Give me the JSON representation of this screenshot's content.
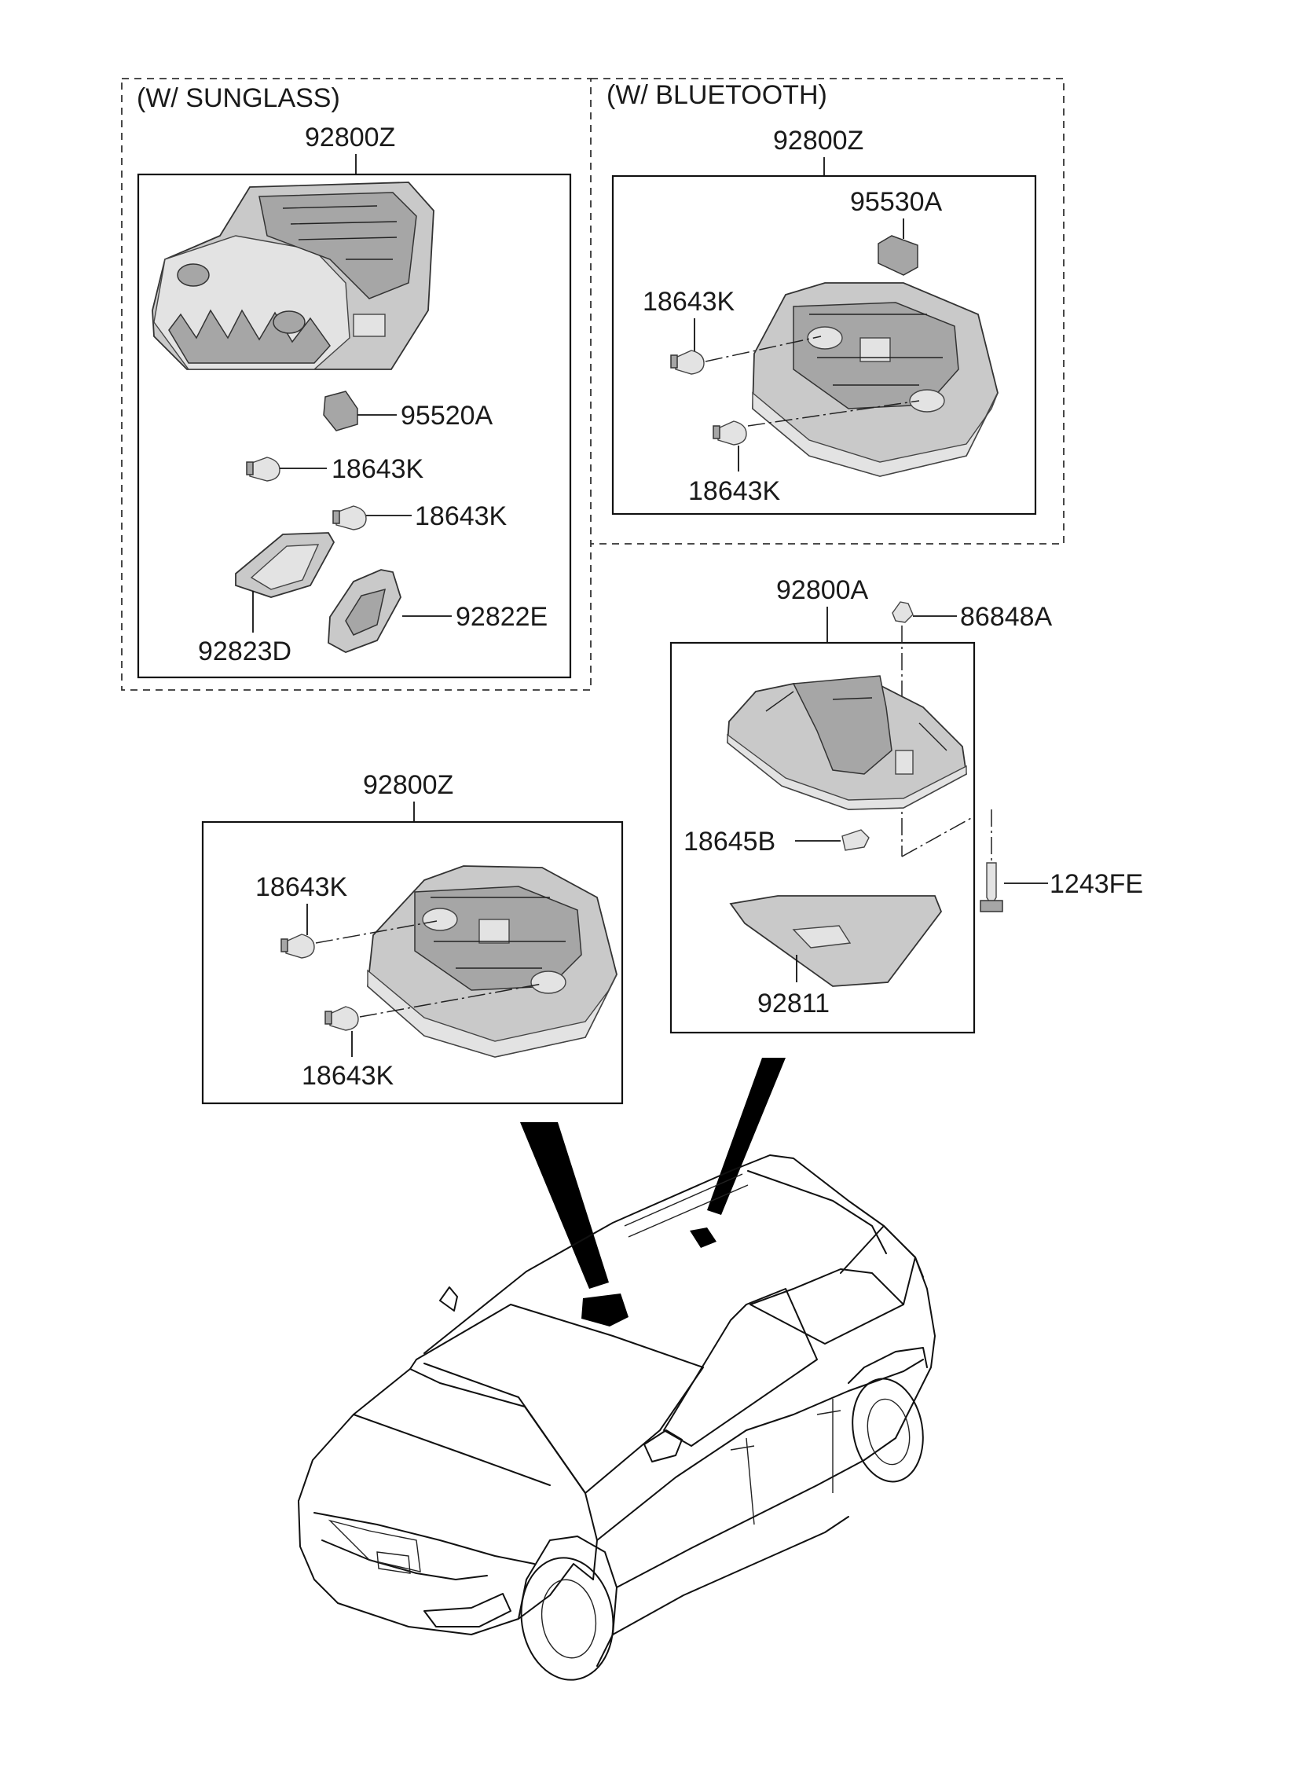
{
  "groups": {
    "sunglass": {
      "header": "(W/ SUNGLASS)",
      "assembly": "92800Z",
      "parts": [
        "95520A",
        "18643K",
        "18643K",
        "92823D",
        "92822E"
      ]
    },
    "bluetooth": {
      "header": "(W/ BLUETOOTH)",
      "assembly": "92800Z",
      "parts": [
        "95530A",
        "18643K",
        "18643K"
      ]
    },
    "standard": {
      "assembly": "92800Z",
      "parts": [
        "18643K",
        "18643K"
      ]
    },
    "room_lamp": {
      "assembly": "92800A",
      "parts": [
        "86848A",
        "18645B",
        "1243FE",
        "92811"
      ]
    }
  }
}
